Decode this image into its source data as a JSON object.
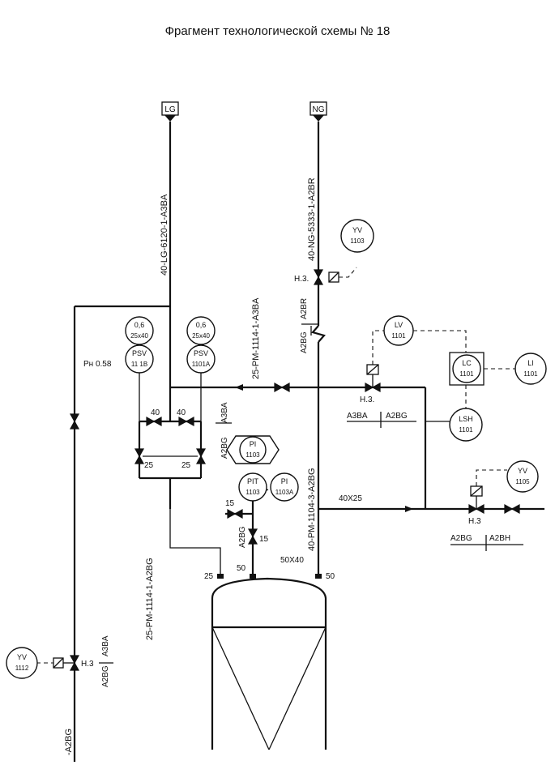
{
  "title": "Фрагмент технологической схемы № 18",
  "terminals": {
    "lg": "LG",
    "ng": "NG"
  },
  "pipes": {
    "lg_line": "40-LG-6120-1-A3BA",
    "ng_line": "40-NG-5333-1-A2BR",
    "pm_upper": "25-PM-1114-1-A3BA",
    "pm_lower": "25-PM-1114-1-A2BG",
    "pm_main": "40-PM-1104-3-A2BG",
    "left_bottom": "-A2BG"
  },
  "instruments": {
    "yv1103": [
      "YV",
      "1103"
    ],
    "lv1101": [
      "LV",
      "1101"
    ],
    "lc1101": [
      "LC",
      "1101"
    ],
    "li1101": [
      "LI",
      "1101"
    ],
    "lsh1101": [
      "LSH",
      "1101"
    ],
    "yv1105": [
      "YV",
      "1105"
    ],
    "yv1112": [
      "YV",
      "1112"
    ],
    "pi1103": [
      "PI",
      "1103"
    ],
    "pit1103": [
      "PIT",
      "1103"
    ],
    "pi1103a": [
      "PI",
      "1103A"
    ],
    "psv1101b": [
      "PSV",
      "11 1B"
    ],
    "psv1101a": [
      "PSV",
      "1101A"
    ],
    "set_b": [
      "0,6",
      "25x40"
    ],
    "set_a": [
      "0,6",
      "25x40"
    ]
  },
  "labels": {
    "pn": "Pн  0.58",
    "nc": "H.3.",
    "nc2": "H.3",
    "spec_a2br": "A2BR",
    "spec_a2bg": "A2BG",
    "spec_a3ba": "A3BA",
    "spec_a2bh": "A2BH",
    "size_40": "40",
    "size_25": "25",
    "size_15": "15",
    "size_50": "50",
    "reducer_40x25": "40X25",
    "reducer_50x40": "50X40"
  }
}
